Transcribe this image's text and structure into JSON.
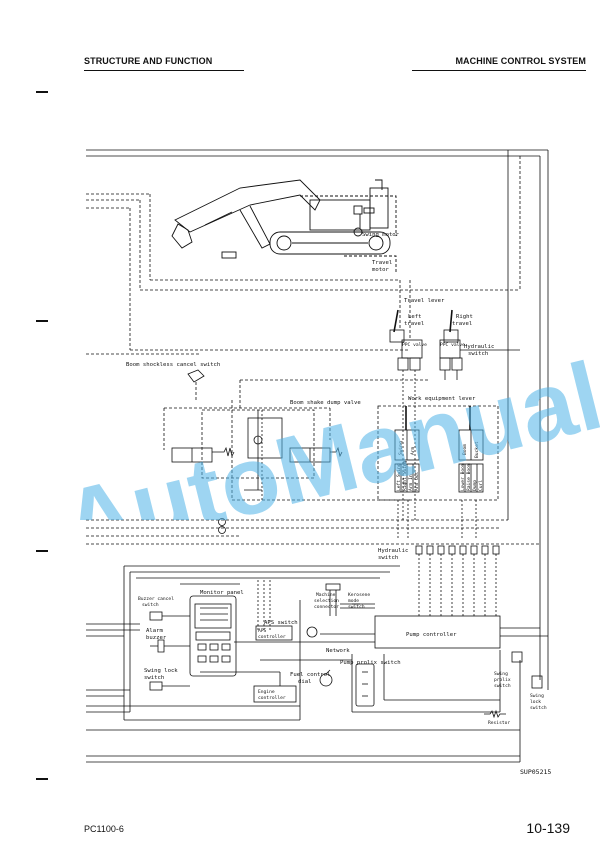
{
  "header": {
    "left": "STRUCTURE AND FUNCTION",
    "right": "MACHINE CONTROL SYSTEM"
  },
  "footer": {
    "model": "PC1100-6",
    "page": "10-139"
  },
  "figure_code": "SUP05215",
  "watermark": "AutoManual",
  "labels": {
    "swing_motor": "Swing motor",
    "travel_motor_1": "Travel",
    "travel_motor_2": "motor",
    "travel_lever": "Travel lever",
    "left_travel_1": "Left",
    "left_travel_2": "travel",
    "right_travel_1": "Right",
    "right_travel_2": "travel",
    "ppc_valve": "PPC valve",
    "hydraulic_switch_top_1": "Hydraulic",
    "hydraulic_switch_top_2": "switch",
    "boom_shockless_cancel_switch": "Boom shockless cancel switch",
    "boom_shake_dump_valve": "Boom shake dump valve",
    "work_equipment_lever": "Work equipment lever",
    "swing": "Swing",
    "arm": "Arm",
    "boom": "Boom",
    "bucket": "Bucket",
    "left_swing": "Left Swing",
    "right_swing": "Right Swing",
    "arm_in": "Arm In",
    "arm_out": "Arm Out",
    "lower_boom": "Lower Boom",
    "raise_boom": "Raise Boom",
    "dump": "Dump",
    "curl": "Curl",
    "hydraulic_switch_mid_1": "Hydraulic",
    "hydraulic_switch_mid_2": "switch",
    "monitor_panel": "Monitor panel",
    "buzzer_cancel_switch_1": "Buzzer cancel",
    "buzzer_cancel_switch_2": "switch",
    "alarm_buzzer_1": "Alarm",
    "alarm_buzzer_2": "buzzer",
    "swing_lock_switch_left_1": "Swing lock",
    "swing_lock_switch_left_2": "switch",
    "machine_selection_connector_1": "Machine",
    "machine_selection_connector_2": "selection",
    "machine_selection_connector_3": "connector",
    "kerosene_mode_switch_1": "Kerosene",
    "kerosene_mode_switch_2": "mode",
    "kerosene_mode_switch_3": "switch",
    "aps_switch": "APS switch",
    "aps_controller_1": "APS",
    "aps_controller_2": "controller",
    "network": "Network",
    "pump_controller": "Pump controller",
    "pump_prolix_switch": "Pump prolix switch",
    "fuel_control_dial_1": "Fuel control",
    "fuel_control_dial_2": "dial",
    "engine_controller_1": "Engine",
    "engine_controller_2": "controller",
    "swing_prolix_switch_1": "Swing",
    "swing_prolix_switch_2": "prolix",
    "swing_prolix_switch_3": "switch",
    "swing_lock_switch_right_1": "Swing",
    "swing_lock_switch_right_2": "lock",
    "swing_lock_switch_right_3": "switch",
    "resistor": "Resistor"
  },
  "colors": {
    "ink": "#111111",
    "watermark": "#4fb3e8",
    "background": "#ffffff"
  }
}
